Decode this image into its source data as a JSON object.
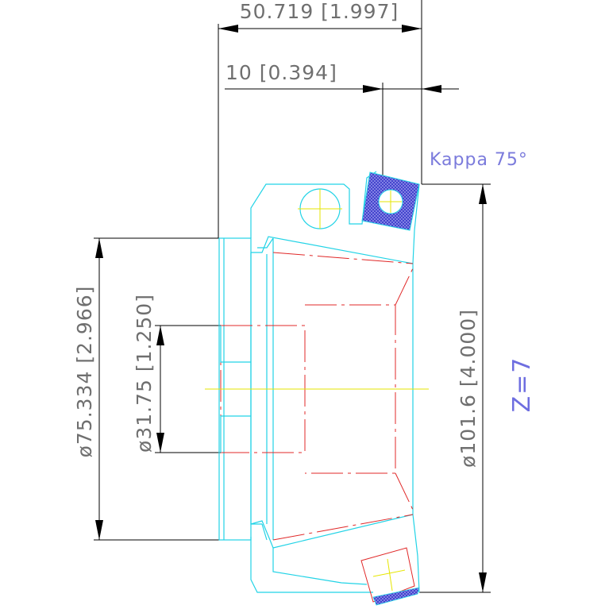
{
  "dimensions": {
    "top_width": "50.719 [1.997]",
    "insert_width": "10 [0.394]",
    "outer_dia": "ø101.6 [4.000]",
    "hub_dia": "ø75.334 [2.966]",
    "bore_dia": "ø31.75 [1.250]"
  },
  "annotations": {
    "kappa": "Kappa 75°",
    "z_count": "Z=7"
  },
  "colors": {
    "outline": "#22d3e6",
    "hidden": "#e02828",
    "center": "#e6e600",
    "insert": "#3838c8",
    "dim_text": "#6f6f6f",
    "note_text": "#7b7bdc"
  }
}
